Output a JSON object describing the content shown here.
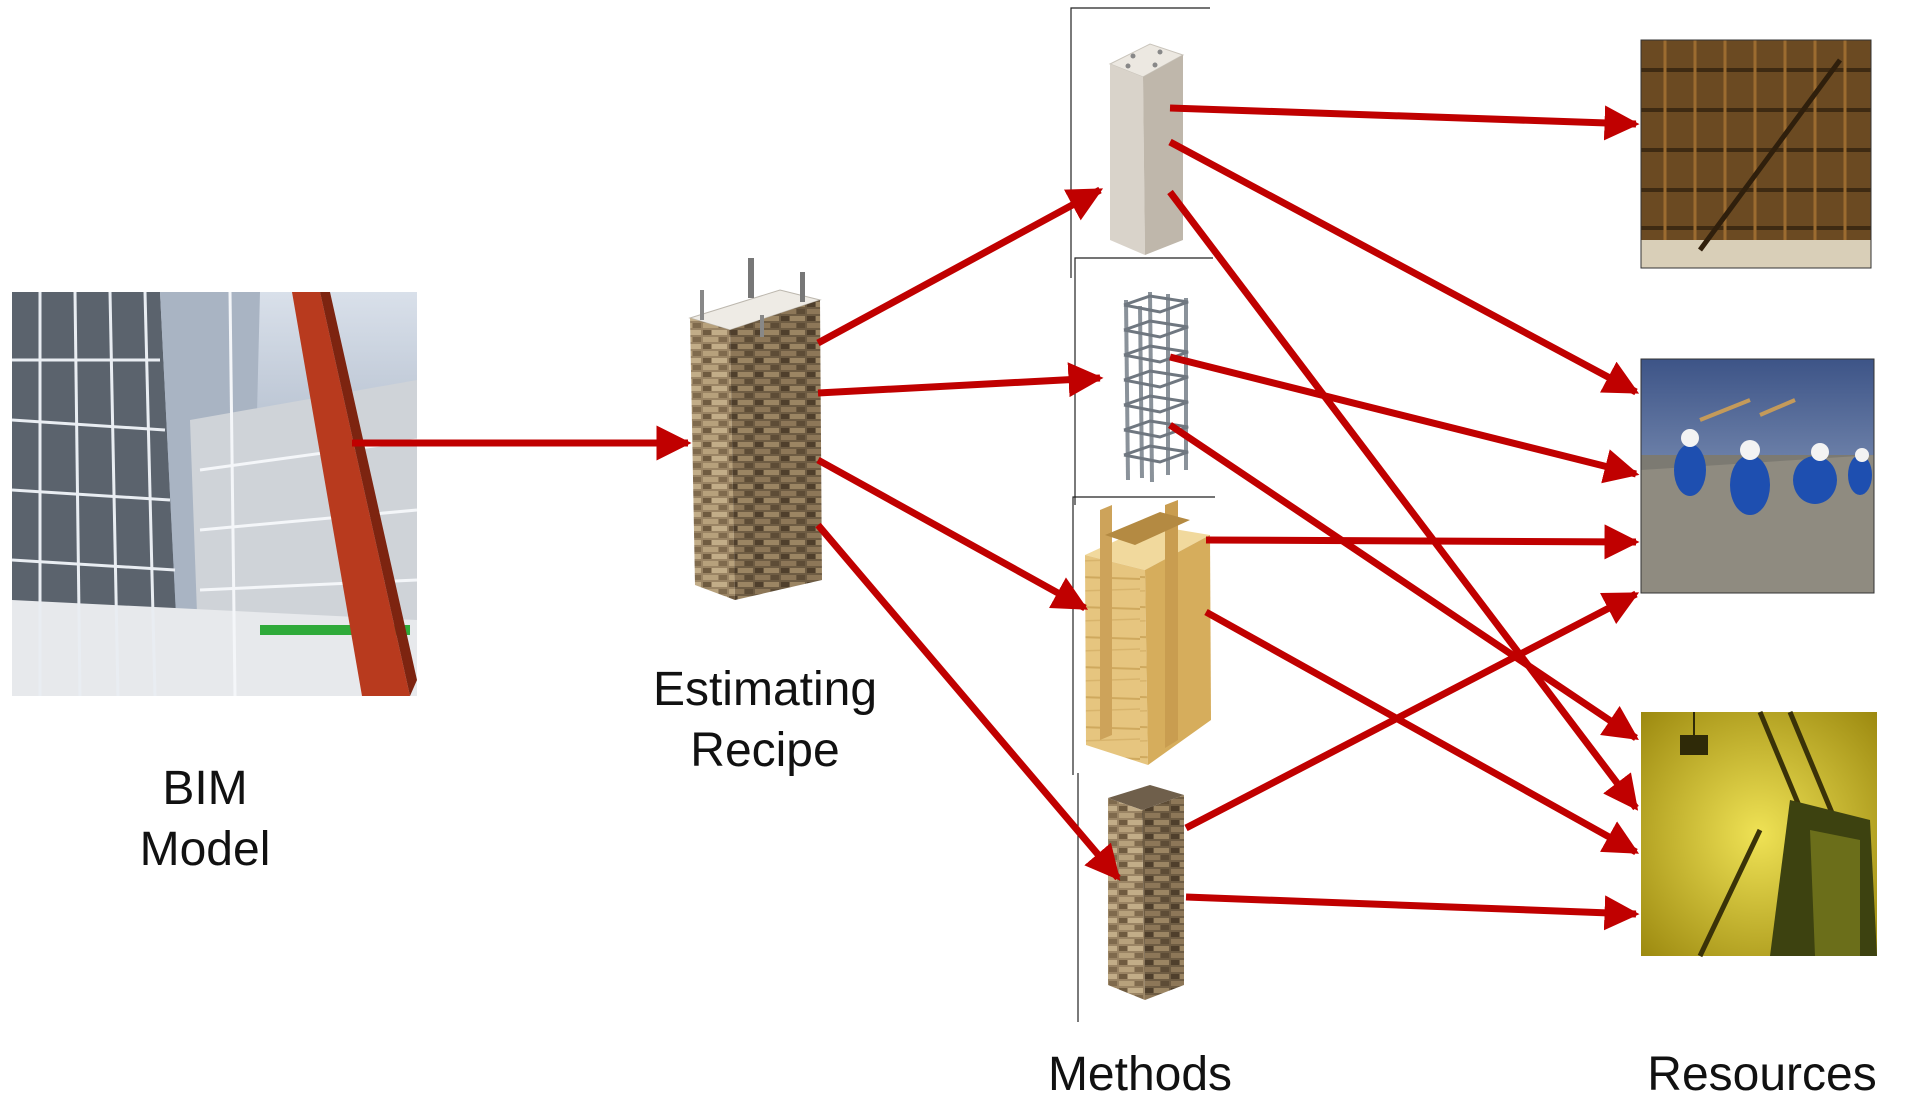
{
  "labels": {
    "bim_model": [
      "BIM",
      "Model"
    ],
    "estimating_recipe": [
      "Estimating",
      "Recipe"
    ],
    "methods": "Methods",
    "resources": "Resources"
  },
  "colors": {
    "arrow": "#c00000",
    "bim_beam": "#b83a1e",
    "concrete": "#dedad2",
    "stone": "#8c7556",
    "rebar": "#8a929a",
    "timber": "#e2c07a",
    "crane_bg": "#d9c01a",
    "sky": "#5d74a8"
  },
  "icons": {
    "bim_model": "bim-3d-model-image",
    "estimating_recipe": "stone-column-image",
    "methods": [
      "concrete-column-image",
      "rebar-cage-image",
      "timber-formwork-image",
      "stone-cladding-column-image"
    ],
    "resources": [
      "formwork-panel-photo",
      "concrete-crew-photo",
      "tower-crane-photo"
    ]
  }
}
